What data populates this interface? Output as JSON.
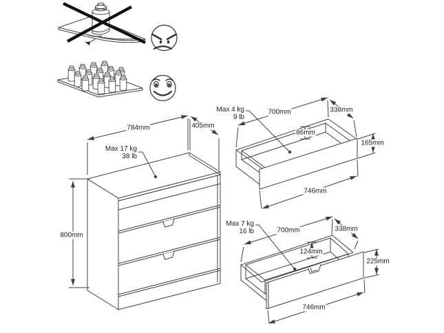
{
  "page": {
    "type": "furniture-load-instruction-diagram",
    "background": "#ffffff"
  },
  "colors": {
    "line": "#3f3f3f",
    "text": "#1c1c1c",
    "cross": "#111111"
  },
  "warnings": {
    "bad": {
      "illustration": "concentrated-load-crossed-out",
      "face": "angry-face"
    },
    "good": {
      "illustration": "evenly-distributed-load",
      "face": "happy-face"
    }
  },
  "dresser": {
    "max_load_kg": "Max 17 kg",
    "max_load_lb": "38 lb",
    "width": "784mm",
    "depth": "405mm",
    "height": "800mm"
  },
  "top_drawer": {
    "max_load_kg": "Max 4 kg",
    "max_load_lb": "9 lb",
    "inner_width": "700mm",
    "depth": "338mm",
    "inner_height": "86mm",
    "front_height": "165mm",
    "outer_width": "746mm"
  },
  "bottom_drawer": {
    "max_load_kg": "Max 7 kg",
    "max_load_lb": "16 lb",
    "inner_width": "700mm",
    "depth": "338mm",
    "inner_height": "124mm",
    "front_height": "225mm",
    "outer_width": "746mm"
  }
}
